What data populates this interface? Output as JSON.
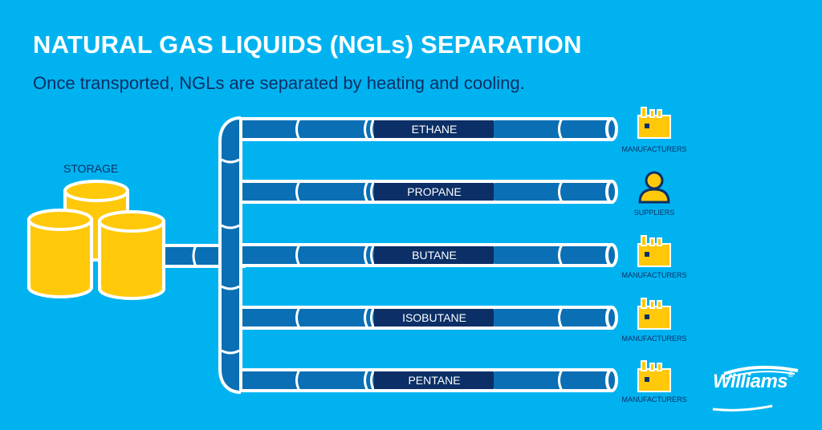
{
  "title": "NATURAL GAS LIQUIDS (NGLs) SEPARATION",
  "subtitle": "Once transported, NGLs are separated by heating and cooling.",
  "storage_label": "STORAGE",
  "pipelines": [
    {
      "label": "ETHANE",
      "destination": "MANUFACTURERS",
      "icon": "factory-icon"
    },
    {
      "label": "PROPANE",
      "destination": "SUPPLIERS",
      "icon": "person-icon"
    },
    {
      "label": "BUTANE",
      "destination": "MANUFACTURERS",
      "icon": "factory-icon"
    },
    {
      "label": "ISOBUTANE",
      "destination": "MANUFACTURERS",
      "icon": "factory-icon"
    },
    {
      "label": "PENTANE",
      "destination": "MANUFACTURERS",
      "icon": "factory-icon"
    }
  ],
  "logo_text": "Williams",
  "logo_mark": "®",
  "colors": {
    "background": "#00b3f0",
    "pipe_outline": "#ffffff",
    "pipe_fill": "#0a6fb4",
    "pipe_label_fill": "#0b2f66",
    "storage_fill": "#ffc90a",
    "icon_fill": "#ffc90a",
    "text_dark": "#0b2f66"
  }
}
